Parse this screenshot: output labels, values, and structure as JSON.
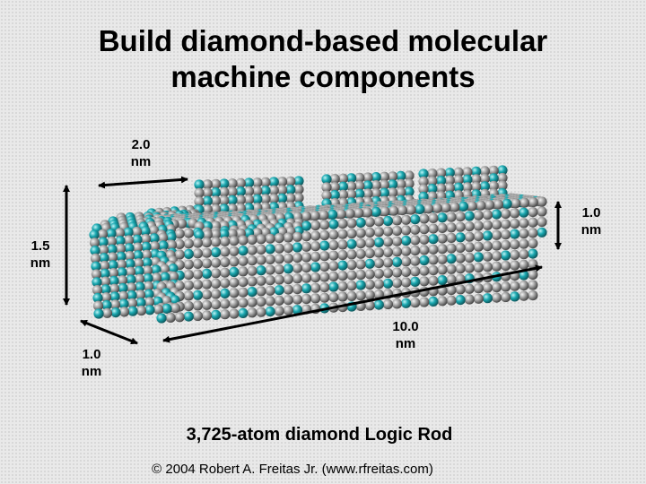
{
  "title": {
    "line1": "Build diamond-based molecular",
    "line2": "machine components"
  },
  "dimensions": {
    "top_width": {
      "value": "2.0",
      "unit": "nm"
    },
    "right_height": {
      "value": "1.0",
      "unit": "nm"
    },
    "left_height": {
      "value": "1.5",
      "unit": "nm"
    },
    "length": {
      "value": "10.0",
      "unit": "nm"
    },
    "depth": {
      "value": "1.0",
      "unit": "nm"
    }
  },
  "caption": "3,725-atom diamond Logic Rod",
  "copyright": "© 2004 Robert A. Freitas Jr. (www.rfreitas.com)",
  "colors": {
    "carbon": "#9a9a9a",
    "highlight_atom": "#1aa8b0",
    "arrow": "#000000"
  }
}
